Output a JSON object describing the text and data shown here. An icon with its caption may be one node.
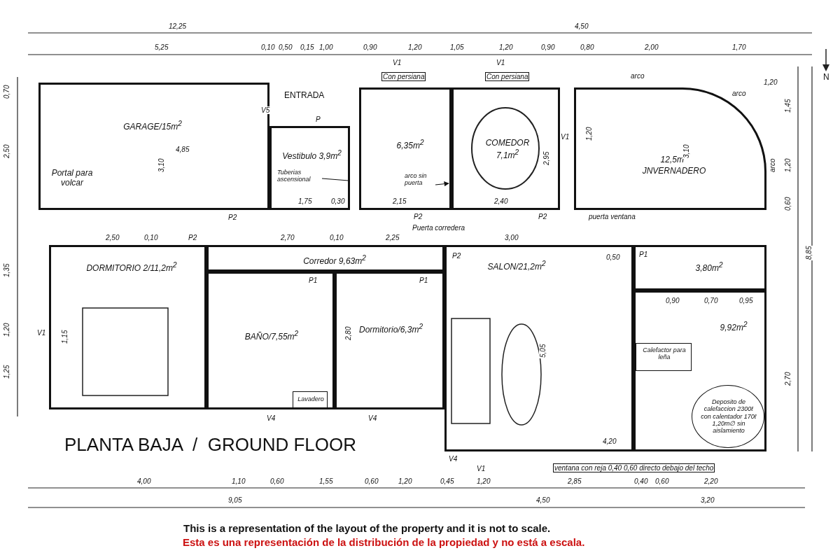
{
  "diagram": {
    "title": "PLANTA BAJA  /  GROUND FLOOR",
    "caption": "This is a representation of the layout of the property and it is not to scale.",
    "nodes": [
      {
        "text": [
          "GARAGE/15m$^{2}$",
          "Portal para volcar"
        ]
      },
      {
        "text": [
          "Vestibulo 3,9m$^{2}$"
        ]
      },
      {
        "text": [
          "6,35m$^{2}$"
        ]
      },
      {
        "text": [
          "COMEDOR 7,1m$^{2}$"
        ]
      },
      {
        "text": [
          "12,5m$^{2}$",
          "JNVERNADERO"
        ]
      },
      {
        "text": [
          "DORMITORIO 2/11,2m$^{2}$"
        ]
      },
      {
        "text": [
          "Corredor 9,63m$^{2}$"
        ]
      },
      {
        "text": [
          "BAÑO/7,55m$^{2}$"
        ]
      },
      {
        "text": [
          "Dormitorio/6,3m$^{2}$"
        ]
      },
      {
        "text": [
          "SALON/21,2m$^{2}$"
        ]
      },
      {
        "text": [
          "3,80m$^{2}$"
        ]
      },
      {
        "text": [
          "9,92m$^{2}$"
        ]
      },
      {
        "text": [
          "Calefactor para leña"
        ],
        "in": 11
      },
      {
        "text": [
          "Deposito de calefaccion 2300ℓ con calentador 170ℓ 1,20m∅ sin aislamiento"
        ],
        "in": 11
      },
      {
        "text": [
          "Lavadero"
        ],
        "in": 7
      },
      {
        "text": [
          "Tuberias ascensional"
        ],
        "in": 1
      },
      {
        "text": [
          "arco sin puerta"
        ],
        "in": 2
      }
    ],
    "edges": [
      {
        "from": 15,
        "to": null,
        "arrow": "none"
      },
      {
        "from": 16,
        "to": null,
        "arrow": "to"
      }
    ],
    "labels": [
      "12,25",
      "4,50",
      "5,25",
      "0,10",
      "0,50",
      "0,15",
      "1,00",
      "0,90",
      "1,20",
      "1,05",
      "1,20",
      "0,90",
      "0,80",
      "2,00",
      "1,70",
      "N",
      "0,70",
      "2,50",
      "1,35",
      "1,20",
      "1,25",
      "1,45",
      "1,20",
      "0,60",
      "8,85",
      "2,70",
      "ENTRADA",
      "V5",
      "P",
      "4,85",
      "3,10",
      "1,75",
      "0,30",
      "2,15",
      "2,40",
      "2,95",
      "V1",
      "Con persiana",
      "V1",
      "Con persiana",
      "arco",
      "arco",
      "1,20",
      "V1",
      "1,20",
      "3,10",
      "arco",
      "P2",
      "P2",
      "P2",
      "Puerta corredera",
      "puerta ventana",
      "2,50",
      "0,10",
      "P2",
      "2,70",
      "0,10",
      "2,25",
      "P1",
      "P1",
      "1,15",
      "V1",
      "2,80",
      "V4",
      "V4",
      "V4",
      "3,00",
      "P2",
      "P1",
      "0,50",
      "0,90",
      "0,70",
      "0,95",
      "5,05",
      "4,20",
      "V1",
      "ventana con reja 0,40 0,60 directo debajo del techo",
      "4,00",
      "1,10",
      "0,60",
      "1,55",
      "0,60",
      "1,20",
      "0,45",
      "1,20",
      "2,85",
      "0,40",
      "0,60",
      "2,20",
      "9,05",
      "4,50",
      "3,20",
      "Esta es una representación de la distribución de la propiedad y no está a escala."
    ]
  }
}
